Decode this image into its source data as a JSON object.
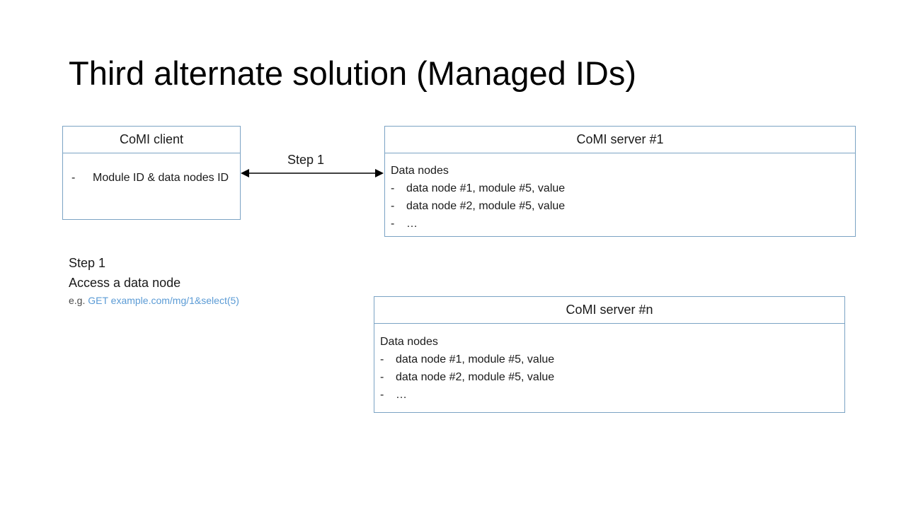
{
  "slide": {
    "title": "Third alternate solution (Managed IDs)"
  },
  "client": {
    "header": "CoMI client",
    "items": [
      {
        "dash": "-",
        "text": "Module ID & data nodes ID"
      }
    ]
  },
  "connector": {
    "label": "Step 1"
  },
  "server1": {
    "header": "CoMI server #1",
    "intro": "Data nodes",
    "items": [
      {
        "dash": "-",
        "text": "data node #1, module #5, value"
      },
      {
        "dash": "-",
        "text": "data node #2, module #5, value"
      },
      {
        "dash": "-",
        "text": "…"
      }
    ]
  },
  "servern": {
    "header": "CoMI server #n",
    "intro": "Data nodes",
    "items": [
      {
        "dash": "-",
        "text": "data node #1, module #5, value"
      },
      {
        "dash": "-",
        "text": "data node #2, module #5, value"
      },
      {
        "dash": "-",
        "text": "…"
      }
    ]
  },
  "step": {
    "title": "Step 1",
    "description": "Access a data node",
    "example_prefix": "e.g. ",
    "example_link": "GET example.com/mg/1&select(5)"
  },
  "colors": {
    "box_border": "#7ba3c4",
    "link": "#5b9bd5",
    "text": "#1a1a1a"
  }
}
